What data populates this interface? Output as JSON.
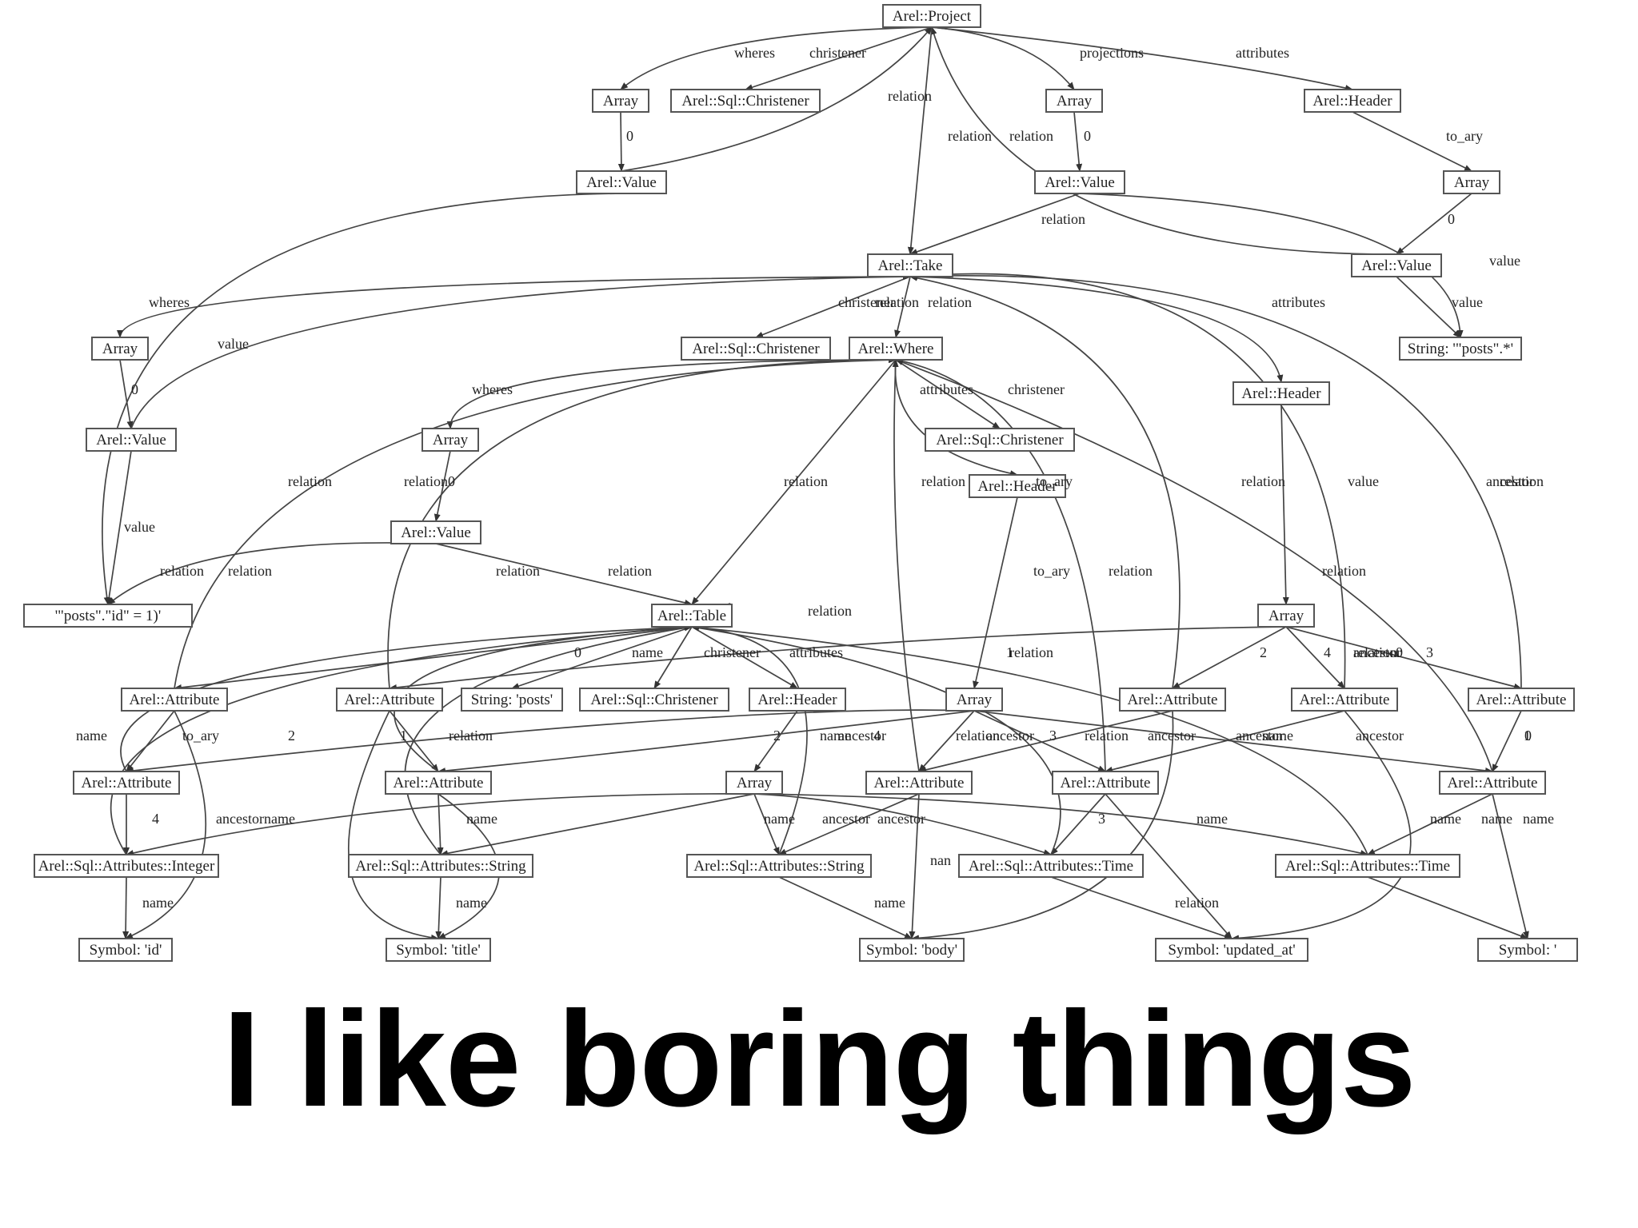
{
  "slide": {
    "caption": "I like boring things"
  },
  "graph": {
    "nodes": [
      {
        "id": "project",
        "label": "Arel::Project"
      },
      {
        "id": "arr1",
        "label": "Array"
      },
      {
        "id": "chr1",
        "label": "Arel::Sql::Christener"
      },
      {
        "id": "arr2",
        "label": "Array"
      },
      {
        "id": "hdr1",
        "label": "Arel::Header"
      },
      {
        "id": "val1",
        "label": "Arel::Value"
      },
      {
        "id": "val2",
        "label": "Arel::Value"
      },
      {
        "id": "arr3",
        "label": "Array"
      },
      {
        "id": "take",
        "label": "Arel::Take"
      },
      {
        "id": "val3",
        "label": "Arel::Value"
      },
      {
        "id": "arr4",
        "label": "Array"
      },
      {
        "id": "chr2",
        "label": "Arel::Sql::Christener"
      },
      {
        "id": "where",
        "label": "Arel::Where"
      },
      {
        "id": "strposts",
        "label": "String: '\"posts\".*'"
      },
      {
        "id": "hdr2",
        "label": "Arel::Header"
      },
      {
        "id": "val4",
        "label": "Arel::Value"
      },
      {
        "id": "arr5",
        "label": "Array"
      },
      {
        "id": "chr3",
        "label": "Arel::Sql::Christener"
      },
      {
        "id": "hdr3",
        "label": "Arel::Header"
      },
      {
        "id": "val5",
        "label": "Arel::Value"
      },
      {
        "id": "strid",
        "label": "'\"posts\".\"id\" = 1)'"
      },
      {
        "id": "table",
        "label": "Arel::Table"
      },
      {
        "id": "arr6",
        "label": "Array"
      },
      {
        "id": "attr1",
        "label": "Arel::Attribute"
      },
      {
        "id": "attr2",
        "label": "Arel::Attribute"
      },
      {
        "id": "strp",
        "label": "String: 'posts'"
      },
      {
        "id": "chr4",
        "label": "Arel::Sql::Christener"
      },
      {
        "id": "hdr4",
        "label": "Arel::Header"
      },
      {
        "id": "arr7",
        "label": "Array"
      },
      {
        "id": "attr3",
        "label": "Arel::Attribute"
      },
      {
        "id": "attr4",
        "label": "Arel::Attribute"
      },
      {
        "id": "attr5",
        "label": "Arel::Attribute"
      },
      {
        "id": "attr6",
        "label": "Arel::Attribute"
      },
      {
        "id": "attr7",
        "label": "Arel::Attribute"
      },
      {
        "id": "arr8",
        "label": "Array"
      },
      {
        "id": "attr8",
        "label": "Arel::Attribute"
      },
      {
        "id": "attr9",
        "label": "Arel::Attribute"
      },
      {
        "id": "attr10",
        "label": "Arel::Attribute"
      },
      {
        "id": "sqlint",
        "label": "Arel::Sql::Attributes::Integer"
      },
      {
        "id": "sqlstr1",
        "label": "Arel::Sql::Attributes::String"
      },
      {
        "id": "sqlstr2",
        "label": "Arel::Sql::Attributes::String"
      },
      {
        "id": "sqltime1",
        "label": "Arel::Sql::Attributes::Time"
      },
      {
        "id": "sqltime2",
        "label": "Arel::Sql::Attributes::Time"
      },
      {
        "id": "symid",
        "label": "Symbol: 'id'"
      },
      {
        "id": "symtitle",
        "label": "Symbol: 'title'"
      },
      {
        "id": "symbody",
        "label": "Symbol: 'body'"
      },
      {
        "id": "symupd",
        "label": "Symbol: 'updated_at'"
      },
      {
        "id": "symcut",
        "label": "Symbol: '"
      }
    ],
    "edge_labels": [
      "wheres",
      "christener",
      "relation",
      "projections",
      "attributes",
      "0",
      "0",
      "to_ary",
      "relation",
      "relation",
      "relation",
      "0",
      "value",
      "wheres",
      "relation",
      "christener",
      "relation",
      "attributes",
      "value",
      "value",
      "0",
      "wheres",
      "attributes",
      "christener",
      "relation",
      "relation",
      "0",
      "to_ary",
      "relation",
      "relation",
      "relation",
      "value",
      "value",
      "relation",
      "relation",
      "relation",
      "relation",
      "to_ary",
      "relation",
      "relation",
      "relation",
      "relation",
      "0",
      "name",
      "christener",
      "attributes",
      "2",
      "4",
      "3",
      "1",
      "relation",
      "ancestor",
      "relation",
      "0",
      "ancestor",
      "to_ary",
      "1",
      "relation",
      "2",
      "4",
      "relation",
      "ancestor",
      "3",
      "relation",
      "ancestor",
      "ancestor",
      "ancestor",
      "0",
      "name",
      "name",
      "ancestor",
      "1",
      "name",
      "2",
      "4",
      "ancestor",
      "name",
      "ancestor",
      "3",
      "name",
      "name",
      "ancestor",
      "name",
      "nan",
      "name",
      "name",
      "name",
      "name",
      "name",
      "name",
      "relation"
    ]
  }
}
